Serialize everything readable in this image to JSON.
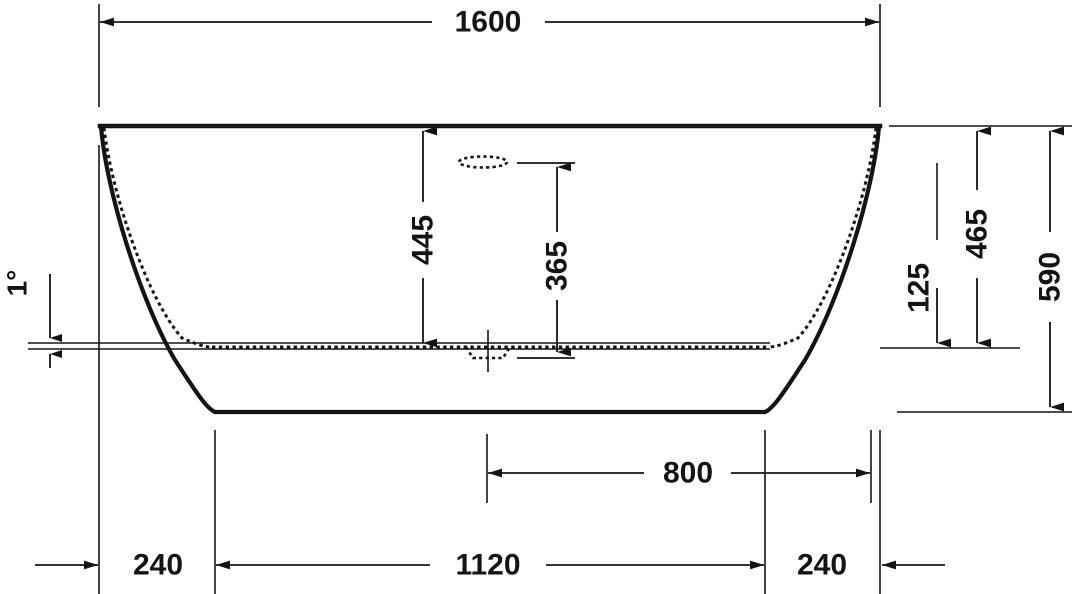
{
  "drawing": {
    "type": "technical-dimension-drawing",
    "subject": "freestanding bathtub - front elevation",
    "units": "mm",
    "line_color": "#141414",
    "background_color": "#ffffff",
    "dimensions": {
      "overall_width": "1600",
      "inner_depth_to_rim": "445",
      "overflow_height": "365",
      "base_height": "125",
      "rim_to_floor_inner": "465",
      "overall_height": "590",
      "left_foot_offset": "240",
      "base_width": "1120",
      "right_foot_offset": "240",
      "bottom_base_span": "800",
      "left_angle": "1°"
    },
    "labels": {
      "width_1600": "1600",
      "height_445": "445",
      "height_365": "365",
      "height_125": "125",
      "height_465": "465",
      "height_590": "590",
      "offset_left_240": "240",
      "span_1120": "1120",
      "offset_right_240": "240",
      "span_800": "800",
      "angle_1deg": "1°"
    }
  }
}
